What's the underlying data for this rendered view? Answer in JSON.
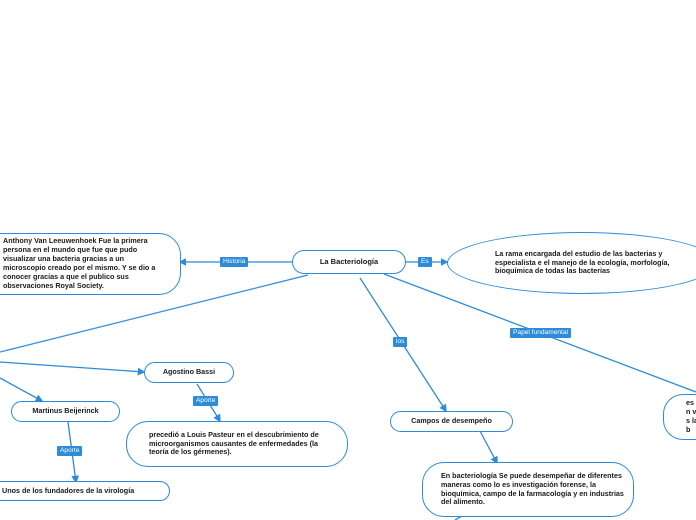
{
  "colors": {
    "accent": "#2d8bd8",
    "node_border": "#2d8bd8",
    "label_bg": "#2d8bd8",
    "text": "#1a1a1a"
  },
  "nodes": {
    "root": "La Bacteriología",
    "historia": "Anthony Van Leeuwenhoek Fue la primera persona en el mundo que fue que pudo visualizar una bacteria gracias a un microscopio creado por el mismo. Y se dio a conocer gracias a que el publico sus observaciones Royal Society.",
    "definicion": "La rama encargada del estudio de las bacterias y especialista e el manejo de la ecología, morfología, bioquímica de todas las bacterias",
    "agostino": "Agostino Bassi",
    "agostino_aporte": "precedió a Louis Pasteur en el descubrimiento de microorganismos causantes de enfermedades (la teoría de los gérmenes).",
    "martinus": "Martinus Beijerinck",
    "martinus_aporte": "Unos de los  fundadores de la virología",
    "campos": "Campos de desempeño",
    "campos_detalle": "En bacteriología Se puede desempeñar de diferentes maneras como lo es investigación forense, la bioquímica, campo de la farmacología y en industrias del alimento.",
    "papel": "es en vis lab"
  },
  "links": {
    "historia": "Historia",
    "es": "Es",
    "los": "los",
    "papel": "Papel fundamental",
    "aporte_agostino": "Aporte",
    "aporte_martinus": "Aporte"
  }
}
